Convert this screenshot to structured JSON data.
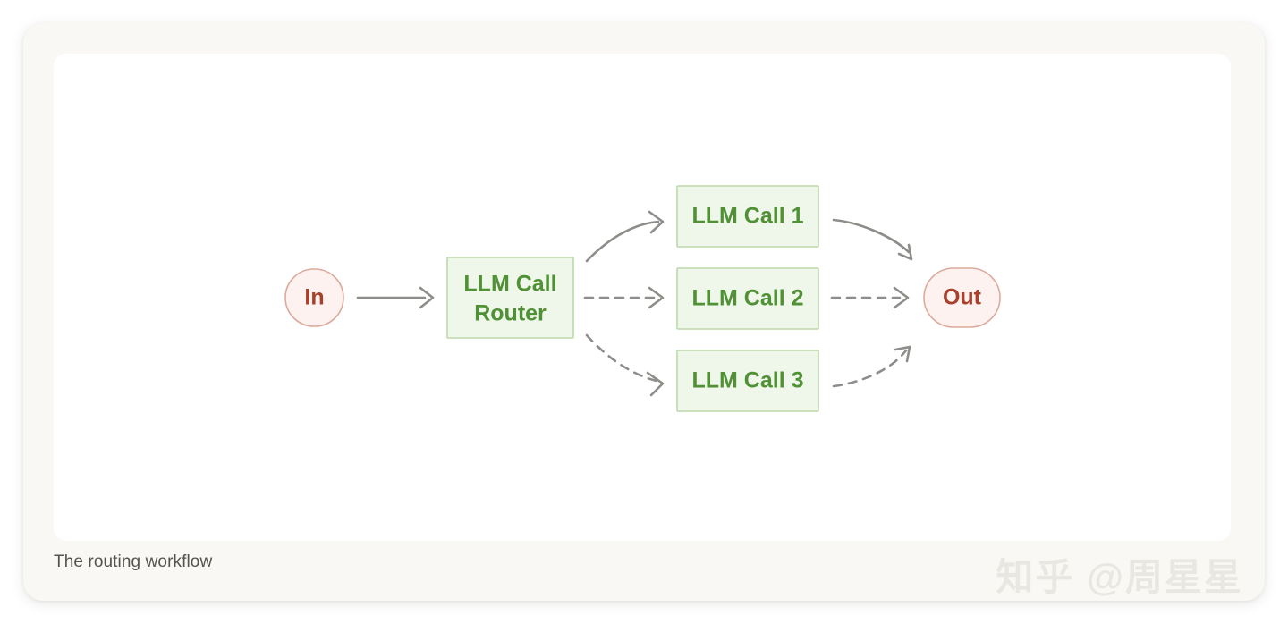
{
  "figure": {
    "caption": "The routing workflow",
    "watermark": "知乎 @周星星"
  },
  "colors": {
    "page_background": "#FFFFFF",
    "card_background": "#F9F8F5",
    "canvas_background": "#FFFFFF",
    "process_fill": "#EFF6EA",
    "process_border": "#BDD9AC",
    "process_text": "#4F9134",
    "terminal_fill": "#FDF2F0",
    "terminal_border": "#DCAA9C",
    "terminal_text": "#A8402C",
    "edge": "#8D8D8A",
    "caption_text": "#55534E",
    "watermark_text": "#E8E7E2"
  },
  "diagram": {
    "type": "flowchart",
    "nodes": [
      {
        "id": "in",
        "label": "In",
        "shape": "pill",
        "style": "terminal"
      },
      {
        "id": "router",
        "label": "LLM Call\nRouter",
        "shape": "rectangle",
        "style": "process",
        "label_line1": "LLM Call",
        "label_line2": "Router"
      },
      {
        "id": "call1",
        "label": "LLM Call 1",
        "shape": "rectangle",
        "style": "process"
      },
      {
        "id": "call2",
        "label": "LLM Call 2",
        "shape": "rectangle",
        "style": "process"
      },
      {
        "id": "call3",
        "label": "LLM Call 3",
        "shape": "rectangle",
        "style": "process"
      },
      {
        "id": "out",
        "label": "Out",
        "shape": "pill",
        "style": "terminal"
      }
    ],
    "edges": [
      {
        "from": "in",
        "to": "router",
        "style": "solid",
        "shape": "straight"
      },
      {
        "from": "router",
        "to": "call1",
        "style": "solid",
        "shape": "curved-up"
      },
      {
        "from": "router",
        "to": "call2",
        "style": "dashed",
        "shape": "straight"
      },
      {
        "from": "router",
        "to": "call3",
        "style": "dashed",
        "shape": "curved-down"
      },
      {
        "from": "call1",
        "to": "out",
        "style": "solid",
        "shape": "curved-down"
      },
      {
        "from": "call2",
        "to": "out",
        "style": "dashed",
        "shape": "straight"
      },
      {
        "from": "call3",
        "to": "out",
        "style": "dashed",
        "shape": "curved-up"
      }
    ]
  }
}
